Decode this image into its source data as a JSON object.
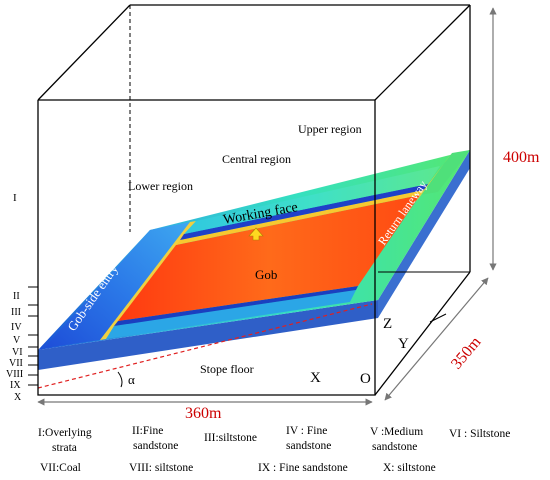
{
  "dimensions": {
    "height": "400m",
    "depth": "350m",
    "width": "360m"
  },
  "regions": {
    "upper": "Upper region",
    "central": "Central region",
    "lower": "Lower region"
  },
  "labels": {
    "working_face": "Working face",
    "gob": "Gob",
    "gob_side_entry": "Gob-side entry",
    "return_laneway": "Return laneway",
    "stope_floor": "Stope floor",
    "angle": "α"
  },
  "axes": {
    "x": "X",
    "y": "Y",
    "z": "Z",
    "origin": "O"
  },
  "strata_numerals": [
    "I",
    "II",
    "III",
    "IV",
    "V",
    "VI",
    "VII",
    "VIII",
    "IX",
    "X"
  ],
  "legend": {
    "row1": [
      {
        "line1": "I:Overlying",
        "line2": "strata"
      },
      {
        "line1": "II:Fine",
        "line2": "sandstone"
      },
      {
        "line1": "III:siltstone",
        "line2": ""
      },
      {
        "line1": "IV : Fine",
        "line2": "sandstone"
      },
      {
        "line1": "V :Medium",
        "line2": "sandstone"
      },
      {
        "line1": "VI : Siltstone",
        "line2": ""
      }
    ],
    "row2": [
      "VII:Coal",
      "VIII: siltstone",
      "IX : Fine sandstone",
      "X: siltstone"
    ]
  },
  "colors": {
    "dimension_text": "#cc0000",
    "dashed_line": "#e02020",
    "seam_blue": "#3a6fd0",
    "gob_orange": "#ff5a14",
    "face_cyan": "#3fd6c8",
    "frame": "#000000",
    "dim_arrow": "#666666"
  }
}
